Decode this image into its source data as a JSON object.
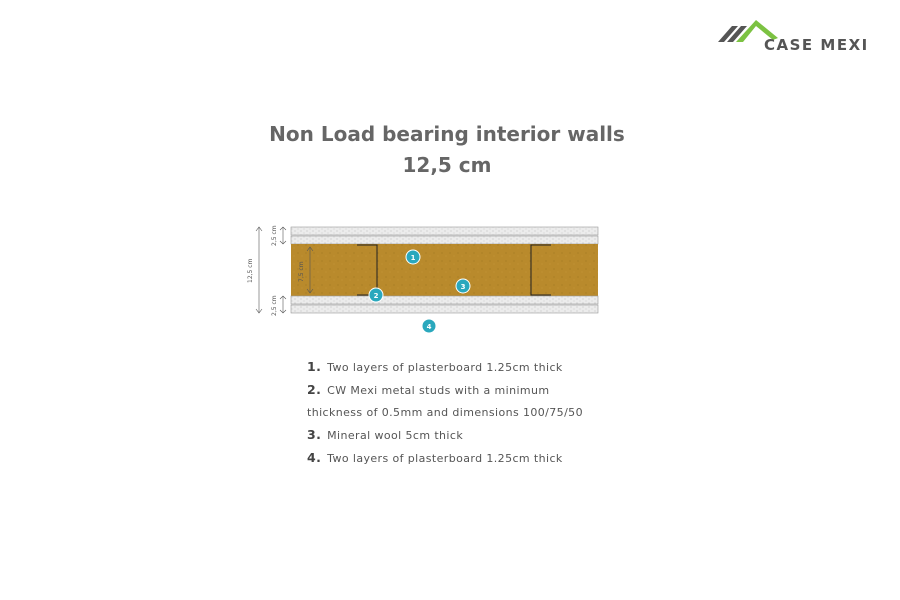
{
  "brand": {
    "name": "CASE MEXI",
    "accent_green": "#7cc242",
    "accent_gray": "#555555"
  },
  "title": {
    "line1": "Non Load bearing interior walls",
    "line2": "12,5 cm"
  },
  "diagram": {
    "dimensions": {
      "total": "12,5 cm",
      "top_layer": "2,5 cm",
      "core": "7,5 cm",
      "bottom_layer": "2,5 cm"
    },
    "markers": [
      "1",
      "2",
      "3",
      "4"
    ],
    "colors": {
      "wool": "#b98a2c",
      "board": "#e8e8e8",
      "badge": "#2aa8bd"
    }
  },
  "legend": [
    {
      "num": "1.",
      "text": "Two layers of plasterboard 1.25cm thick"
    },
    {
      "num": "2.",
      "text": "CW Mexi metal studs with a minimum",
      "cont": "thickness of 0.5mm and dimensions 100/75/50"
    },
    {
      "num": "3.",
      "text": "Mineral wool 5cm thick"
    },
    {
      "num": "4.",
      "text": "Two layers of plasterboard 1.25cm thick"
    }
  ]
}
